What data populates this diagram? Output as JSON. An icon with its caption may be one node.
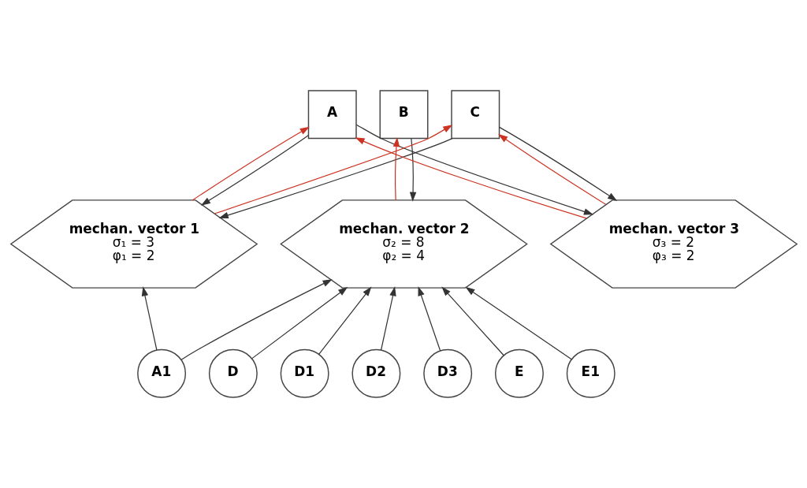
{
  "diagram": {
    "nodes": [
      {
        "text": [
          "A"
        ]
      },
      {
        "text": [
          "B"
        ]
      },
      {
        "text": [
          "C"
        ]
      },
      {
        "text": [
          "mechan. vector 1",
          "σ₁ = 3",
          "φ₁ = 2"
        ]
      },
      {
        "text": [
          "mechan. vector 2",
          "σ₂ = 8",
          "φ₂ = 4"
        ]
      },
      {
        "text": [
          "mechan. vector 3",
          "σ₃ = 2",
          "φ₃ = 2"
        ]
      },
      {
        "text": [
          "A1"
        ]
      },
      {
        "text": [
          "D"
        ]
      },
      {
        "text": [
          "D1"
        ]
      },
      {
        "text": [
          "D2"
        ]
      },
      {
        "text": [
          "D3"
        ]
      },
      {
        "text": [
          "E"
        ]
      },
      {
        "text": [
          "E1"
        ]
      }
    ],
    "edges": [
      {
        "from": 3,
        "to": 2,
        "arrow": "to",
        "color": "#cc3322"
      },
      {
        "from": 2,
        "to": 3,
        "arrow": "to"
      },
      {
        "from": 5,
        "to": 0,
        "arrow": "to",
        "color": "#cc3322"
      },
      {
        "from": 0,
        "to": 5,
        "arrow": "to"
      },
      {
        "from": 3,
        "to": 0,
        "arrow": "to",
        "color": "#cc3322"
      },
      {
        "from": 0,
        "to": 3,
        "arrow": "to"
      },
      {
        "from": 4,
        "to": 1,
        "arrow": "to",
        "color": "#cc3322"
      },
      {
        "from": 1,
        "to": 4,
        "arrow": "to"
      },
      {
        "from": 5,
        "to": 2,
        "arrow": "to",
        "color": "#cc3322"
      },
      {
        "from": 2,
        "to": 5,
        "arrow": "to"
      },
      {
        "from": 6,
        "to": 3,
        "arrow": "to"
      },
      {
        "from": 6,
        "to": 4,
        "arrow": "to"
      },
      {
        "from": 7,
        "to": 4,
        "arrow": "to"
      },
      {
        "from": 8,
        "to": 4,
        "arrow": "to"
      },
      {
        "from": 9,
        "to": 4,
        "arrow": "to"
      },
      {
        "from": 10,
        "to": 4,
        "arrow": "to"
      },
      {
        "from": 11,
        "to": 4,
        "arrow": "to"
      },
      {
        "from": 12,
        "to": 4,
        "arrow": "to"
      }
    ]
  }
}
